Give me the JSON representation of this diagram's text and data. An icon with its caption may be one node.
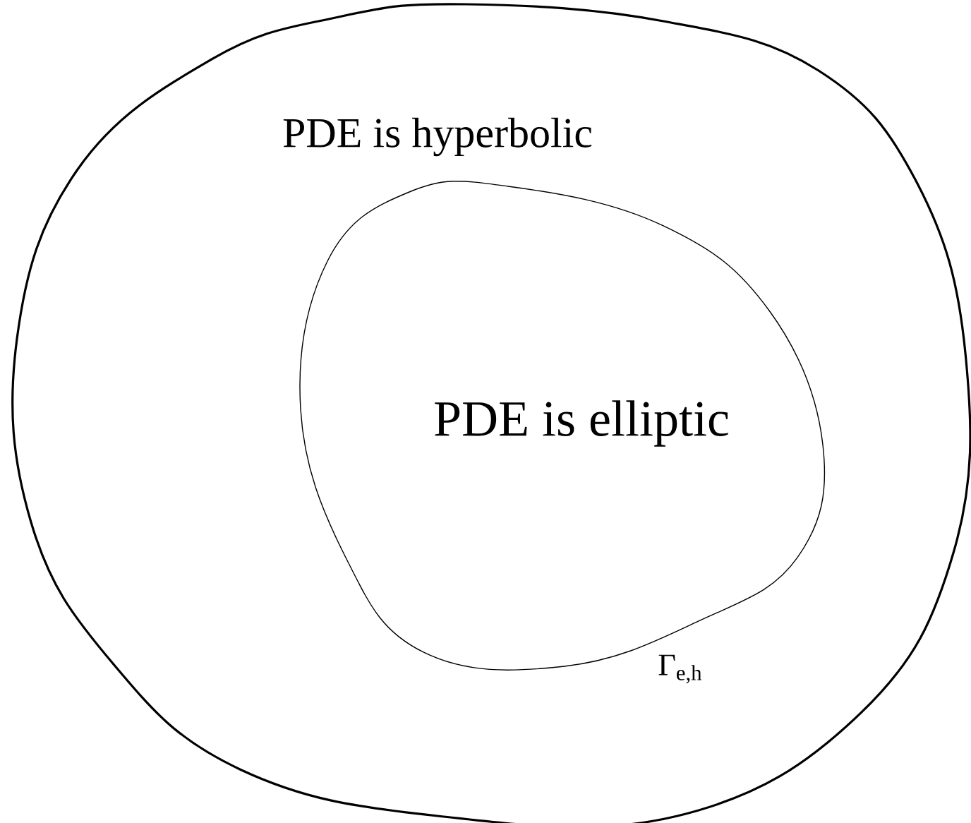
{
  "diagram": {
    "nodes": [
      {
        "text": [
          "PDE is hyperbolic"
        ]
      },
      {
        "text": [
          "PDE is elliptic"
        ],
        "in": 0
      }
    ],
    "labels": [
      "Γ$_{e,h}$"
    ]
  }
}
